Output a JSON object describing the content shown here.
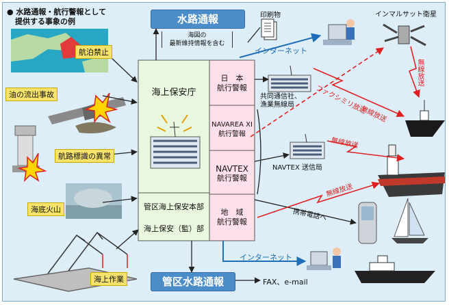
{
  "legend": {
    "line1": "● 水路通報・航行警報として",
    "line2": "提供する事象の例"
  },
  "events": [
    {
      "label": "航泊禁止"
    },
    {
      "label": "油の流出事故"
    },
    {
      "label": "航路標識の異常"
    },
    {
      "label": "海底火山"
    },
    {
      "label": "海上作業"
    }
  ],
  "top": {
    "suiro_tsuho": "水路通報",
    "printed": "印刷物",
    "chart_note_line1": "海図の",
    "chart_note_line2": "最新維持情報を含む",
    "internet": "インターネット",
    "inmarsat": "インマルサット衛星"
  },
  "center": {
    "jcg": "海上保安庁",
    "regional_line1": "管区海上保安本部",
    "regional_line2": "海上保安（監）部"
  },
  "warnings": [
    {
      "line1": "日　本",
      "line2": "航行警報"
    },
    {
      "line1": "NAVAREA XI",
      "line2": "航行警報"
    },
    {
      "line1": "NAVTEX",
      "line2": "航行警報"
    },
    {
      "line1": "地　域",
      "line2": "航行警報"
    }
  ],
  "right": {
    "kyodo_line1": "共同通信社、",
    "kyodo_line2": "漁業無線局",
    "navtex_station": "NAVTEX 送信局",
    "fax": "ファクシミリ放送",
    "radio1": "無線放送",
    "radio2": "無線放送",
    "radio3": "無線放送",
    "radio_vertical": "無線放送",
    "mobile": "携帯電話へ"
  },
  "bottom": {
    "kanku": "管区水路通報",
    "internet": "インターネット",
    "fax_email": "FAX、e-mail"
  }
}
